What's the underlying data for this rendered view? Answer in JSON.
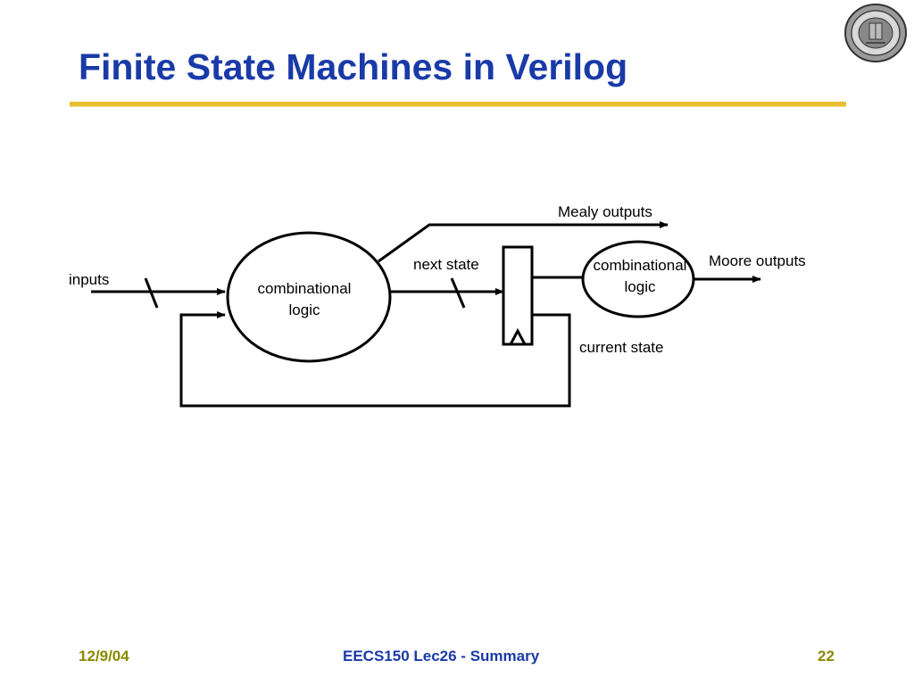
{
  "slide": {
    "title": "Finite State Machines in Verilog"
  },
  "diagram": {
    "inputs_label": "inputs",
    "comb_logic_main_line1": "combinational",
    "comb_logic_main_line2": "logic",
    "next_state_label": "next state",
    "mealy_outputs_label": "Mealy outputs",
    "comb_logic_out_line1": "combinational",
    "comb_logic_out_line2": "logic",
    "moore_outputs_label": "Moore outputs",
    "current_state_label": "current state"
  },
  "footer": {
    "date": "12/9/04",
    "course": "EECS150 Lec26 - Summary",
    "page_number": "22"
  }
}
